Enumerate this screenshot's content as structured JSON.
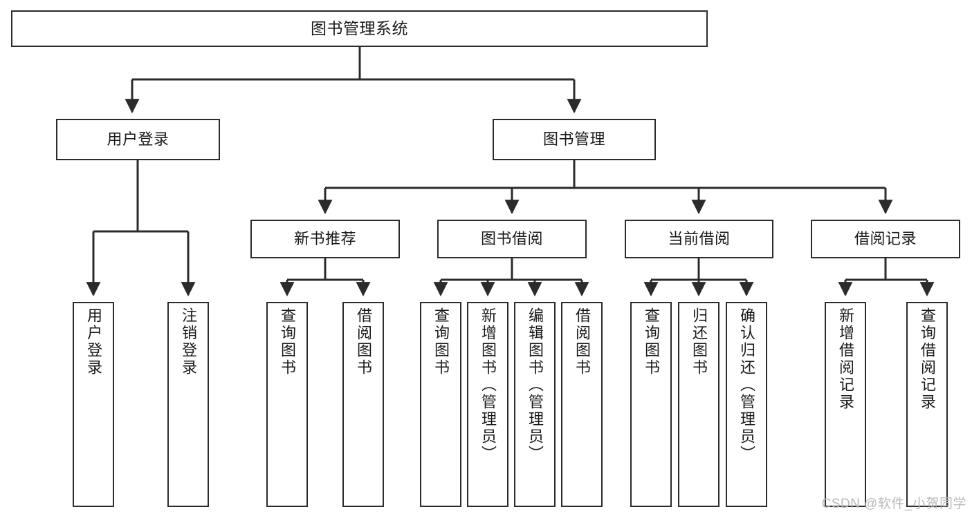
{
  "diagram": {
    "title": "图书管理系统",
    "type": "tree-hierarchy-diagram",
    "watermark": "CSDN @软件_小贺同学",
    "colors": {
      "stroke": "#2b2b2b",
      "fill": "#ffffff",
      "text": "#1a1a1a",
      "watermark": "#b9b9b9"
    },
    "nodes": {
      "root": {
        "label": "图书管理系统"
      },
      "level2": [
        {
          "id": "user-login",
          "label": "用户登录"
        },
        {
          "id": "book-manage",
          "label": "图书管理"
        }
      ],
      "level3": [
        {
          "id": "new-book-recommend",
          "label": "新书推荐"
        },
        {
          "id": "book-borrow",
          "label": "图书借阅"
        },
        {
          "id": "current-borrow",
          "label": "当前借阅"
        },
        {
          "id": "borrow-record",
          "label": "借阅记录"
        }
      ],
      "leaves": [
        {
          "id": "leaf-user-login",
          "parent": "user-login",
          "label": "用户登录"
        },
        {
          "id": "leaf-logout",
          "parent": "user-login",
          "label": "注销登录"
        },
        {
          "id": "leaf-query-book-1",
          "parent": "new-book-recommend",
          "label": "查询图书"
        },
        {
          "id": "leaf-borrow-book-1",
          "parent": "new-book-recommend",
          "label": "借阅图书"
        },
        {
          "id": "leaf-query-book-2",
          "parent": "book-borrow",
          "label": "查询图书"
        },
        {
          "id": "leaf-add-book",
          "parent": "book-borrow",
          "label": "新增图书（管理员）"
        },
        {
          "id": "leaf-edit-book",
          "parent": "book-borrow",
          "label": "编辑图书（管理员）"
        },
        {
          "id": "leaf-borrow-book-2",
          "parent": "book-borrow",
          "label": "借阅图书"
        },
        {
          "id": "leaf-query-book-3",
          "parent": "current-borrow",
          "label": "查询图书"
        },
        {
          "id": "leaf-return-book",
          "parent": "current-borrow",
          "label": "归还图书"
        },
        {
          "id": "leaf-confirm-return",
          "parent": "current-borrow",
          "label": "确认归还（管理员）"
        },
        {
          "id": "leaf-add-record",
          "parent": "borrow-record",
          "label": "新增借阅记录"
        },
        {
          "id": "leaf-query-record",
          "parent": "borrow-record",
          "label": "查询借阅记录"
        }
      ]
    }
  }
}
